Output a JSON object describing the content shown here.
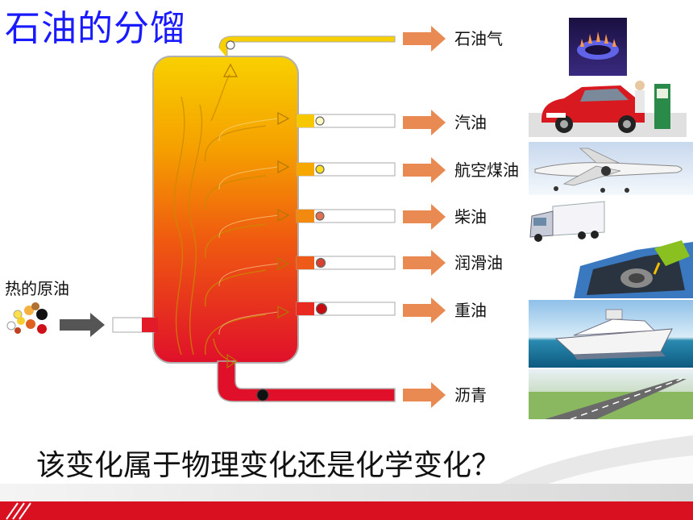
{
  "title": "石油的分馏",
  "input_label": "热的原油",
  "outputs": [
    {
      "label": "石油气",
      "image": "gas-flame-photo"
    },
    {
      "label": "汽油",
      "image": "car-refueling-photo"
    },
    {
      "label": "航空煤油",
      "image": "airplane-photo"
    },
    {
      "label": "柴油",
      "image": "truck-photo"
    },
    {
      "label": "润滑油",
      "image": "car-engine-oil-photo"
    },
    {
      "label": "重油",
      "image": "ship-photo"
    },
    {
      "label": "沥青",
      "image": "road-photo"
    }
  ],
  "question": "该变化属于物理变化还是化学变化？",
  "colors": {
    "title": "#1a1aff",
    "arrow": "#e88a52",
    "column_top": "#f5c400",
    "column_bottom": "#e0102a",
    "footer_bar": "#d81020"
  }
}
